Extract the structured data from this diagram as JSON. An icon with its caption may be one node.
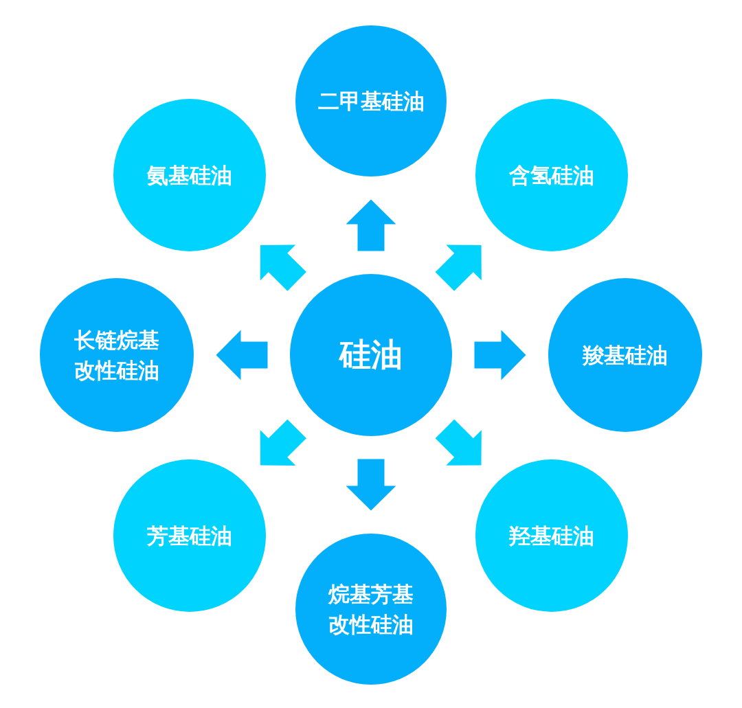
{
  "diagram": {
    "nodes": [
      {
        "text": [
          "硅油"
        ]
      },
      {
        "text": [
          "二甲基硅油"
        ]
      },
      {
        "text": [
          "含氢硅油"
        ]
      },
      {
        "text": [
          "羧基硅油"
        ]
      },
      {
        "text": [
          "羟基硅油"
        ]
      },
      {
        "text": [
          "烷基芳基改性硅油"
        ]
      },
      {
        "text": [
          "芳基硅油"
        ]
      },
      {
        "text": [
          "长链烷基改性硅油"
        ]
      },
      {
        "text": [
          "氨基硅油"
        ]
      }
    ],
    "edges": [
      {
        "from": 0,
        "to": 1,
        "arrow": "to"
      },
      {
        "from": 0,
        "to": 2,
        "arrow": "to",
        "color": "#00d3fe"
      },
      {
        "from": 0,
        "to": 3,
        "arrow": "to"
      },
      {
        "from": 0,
        "to": 4,
        "arrow": "to",
        "color": "#00d3fe"
      },
      {
        "from": 0,
        "to": 5,
        "arrow": "to"
      },
      {
        "from": 0,
        "to": 6,
        "arrow": "to",
        "color": "#00d3fe"
      },
      {
        "from": 0,
        "to": 7,
        "arrow": "to"
      },
      {
        "from": 0,
        "to": 8,
        "arrow": "to",
        "color": "#00d3fe"
      }
    ]
  }
}
